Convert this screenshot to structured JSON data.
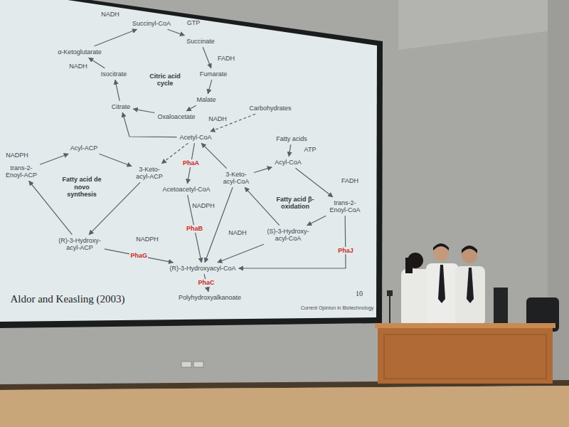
{
  "diagram": {
    "nodes": [
      {
        "text": [
          "Succinyl-CoA"
        ]
      },
      {
        "text": [
          "α-Ketoglutarate"
        ]
      },
      {
        "text": [
          "Succinate"
        ]
      },
      {
        "text": [
          "Isocitrate"
        ]
      },
      {
        "text": [
          "Fumarate"
        ]
      },
      {
        "text": [
          "Malate"
        ]
      },
      {
        "text": [
          "Citrate"
        ]
      },
      {
        "text": [
          "Oxaloacetate"
        ]
      },
      {
        "text": [
          "Acetyl-CoA"
        ]
      },
      {
        "text": [
          "Carbohydrates"
        ]
      },
      {
        "text": [
          "Fatty acids"
        ]
      },
      {
        "text": [
          "Acyl-CoA"
        ]
      },
      {
        "text": [
          "Acyl-ACP"
        ]
      },
      {
        "text": [
          "trans-2- Enoyl-ACP"
        ]
      },
      {
        "text": [
          "3-Keto- acyl-ACP"
        ]
      },
      {
        "text": [
          "Acetoacetyl-CoA"
        ]
      },
      {
        "text": [
          "3-Keto- acyl-CoA"
        ]
      },
      {
        "text": [
          "trans-2- Enoyl-CoA"
        ]
      },
      {
        "text": [
          "(S)-3-Hydroxy- acyl-CoA"
        ]
      },
      {
        "text": [
          "(R)-3-Hydroxy- acyl-ACP"
        ]
      },
      {
        "text": [
          "(R)-3-Hydroxyacyl-CoA"
        ]
      },
      {
        "text": [
          "Polyhydroxyalkanoate"
        ]
      }
    ],
    "edges": [
      {
        "from": 1,
        "to": 0,
        "arrow": "to"
      },
      {
        "from": 0,
        "to": 2,
        "arrow": "to"
      },
      {
        "from": 2,
        "to": 4,
        "arrow": "to"
      },
      {
        "from": 4,
        "to": 5,
        "arrow": "to"
      },
      {
        "from": 5,
        "to": 7,
        "arrow": "to"
      },
      {
        "from": 7,
        "to": 6,
        "arrow": "to"
      },
      {
        "from": 8,
        "to": 6,
        "arrow": "to"
      },
      {
        "from": 6,
        "to": 3,
        "arrow": "to"
      },
      {
        "from": 3,
        "to": 1,
        "arrow": "to"
      },
      {
        "from": 9,
        "to": 8,
        "arrow": "to"
      },
      {
        "from": 8,
        "to": 15,
        "label": "PhaA",
        "arrow": "to"
      },
      {
        "from": 8,
        "to": 14,
        "arrow": "to"
      },
      {
        "from": 16,
        "to": 8,
        "arrow": "to"
      },
      {
        "from": 10,
        "to": 11,
        "arrow": "to"
      },
      {
        "from": 11,
        "to": 17,
        "arrow": "to"
      },
      {
        "from": 17,
        "to": 18,
        "arrow": "to"
      },
      {
        "from": 18,
        "to": 16,
        "arrow": "to"
      },
      {
        "from": 16,
        "to": 11,
        "arrow": "to"
      },
      {
        "from": 17,
        "to": 20,
        "label": "PhaJ",
        "arrow": "to"
      },
      {
        "from": 15,
        "to": 20,
        "label": "PhaB",
        "arrow": "to"
      },
      {
        "from": 16,
        "to": 20,
        "arrow": "to"
      },
      {
        "from": 18,
        "to": 20,
        "arrow": "to"
      },
      {
        "from": 19,
        "to": 20,
        "label": "PhaG",
        "arrow": "to"
      },
      {
        "from": 20,
        "to": 21,
        "label": "PhaC",
        "arrow": "to"
      },
      {
        "from": 12,
        "to": 14,
        "arrow": "to"
      },
      {
        "from": 14,
        "to": 19,
        "arrow": "to"
      },
      {
        "from": 19,
        "to": 13,
        "arrow": "to"
      },
      {
        "from": 13,
        "to": 12,
        "arrow": "to"
      }
    ],
    "labels": [
      "NADH",
      "GTP",
      "NADH",
      "FADH",
      "Citric acid cycle",
      "NADH",
      "ATP",
      "FADH",
      "NADPH",
      "Fatty acid de novo synthesis",
      "NADPH",
      "Fatty acid β-oxidation",
      "NADH",
      "NADPH",
      "Aldor and Keasling (2003)",
      "10",
      "Current Opinion in Biotechnology"
    ]
  }
}
